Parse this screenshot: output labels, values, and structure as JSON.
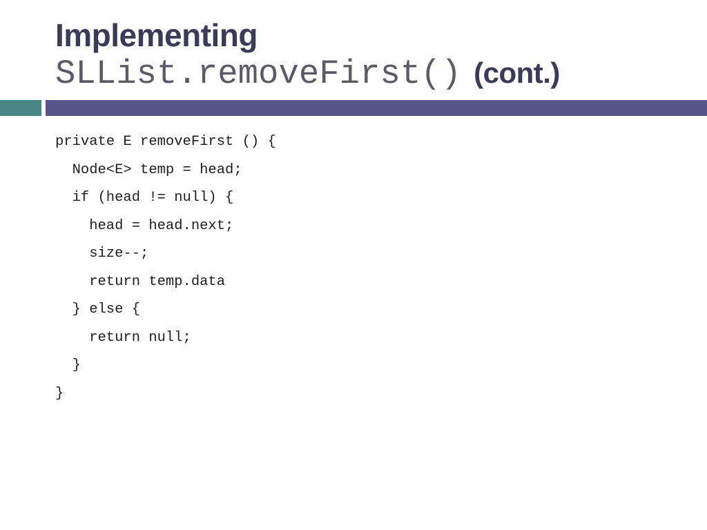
{
  "slide": {
    "title": {
      "line1": "Implementing",
      "method": "SLList.removeFirst()",
      "suffix": "(cont.)"
    },
    "colors": {
      "title": "#3b3b59",
      "method": "#5b5b68",
      "accent_teal": "#4a8585",
      "accent_purple": "#56558a",
      "code": "#1e1e1e"
    },
    "code_lines": [
      "private E removeFirst () {",
      "  Node<E> temp = head;",
      "  if (head != null) {",
      "    head = head.next;",
      "    size--;",
      "    return temp.data",
      "  } else {",
      "    return null;",
      "  }",
      "}"
    ]
  }
}
